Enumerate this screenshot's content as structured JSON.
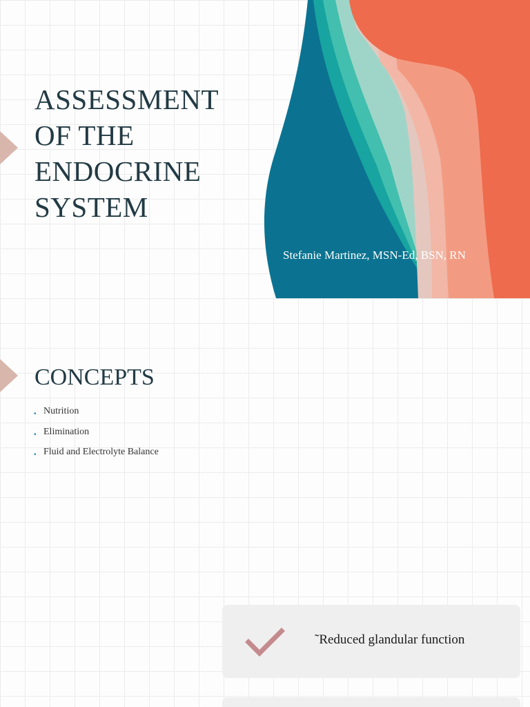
{
  "slides": [
    {
      "title_lines": [
        "ASSESSMENT",
        "OF THE",
        "ENDOCRINE",
        "SYSTEM"
      ],
      "subtitle": "Stefanie Martinez, MSN-Ed, BSN, RN"
    },
    {
      "title": "CONCEPTS",
      "bullets": [
        "Nutrition",
        "Elimination",
        "Fluid and Electrolyte Balance"
      ]
    },
    {
      "cards": [
        {
          "icon": "checkmark-icon",
          "text": "˜Reduced glandular function"
        }
      ]
    }
  ],
  "colors": {
    "title": "#223a44",
    "teal_dark": "#0a7290",
    "teal_light": "#3cb9a8",
    "coral": "#ee6b4d",
    "accent_marker": "#d8b6ac",
    "check": "#c48b8e"
  }
}
